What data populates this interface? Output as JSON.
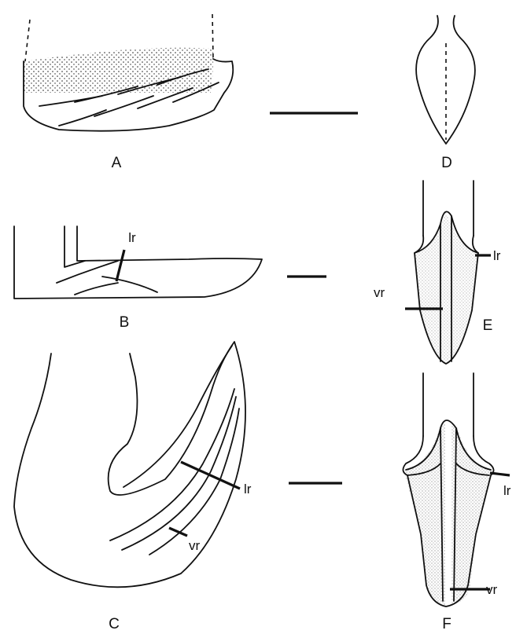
{
  "panels": {
    "A": "A",
    "B": "B",
    "C": "C",
    "D": "D",
    "E": "E",
    "F": "F"
  },
  "annotations": {
    "lr": "lr",
    "vr": "vr"
  }
}
